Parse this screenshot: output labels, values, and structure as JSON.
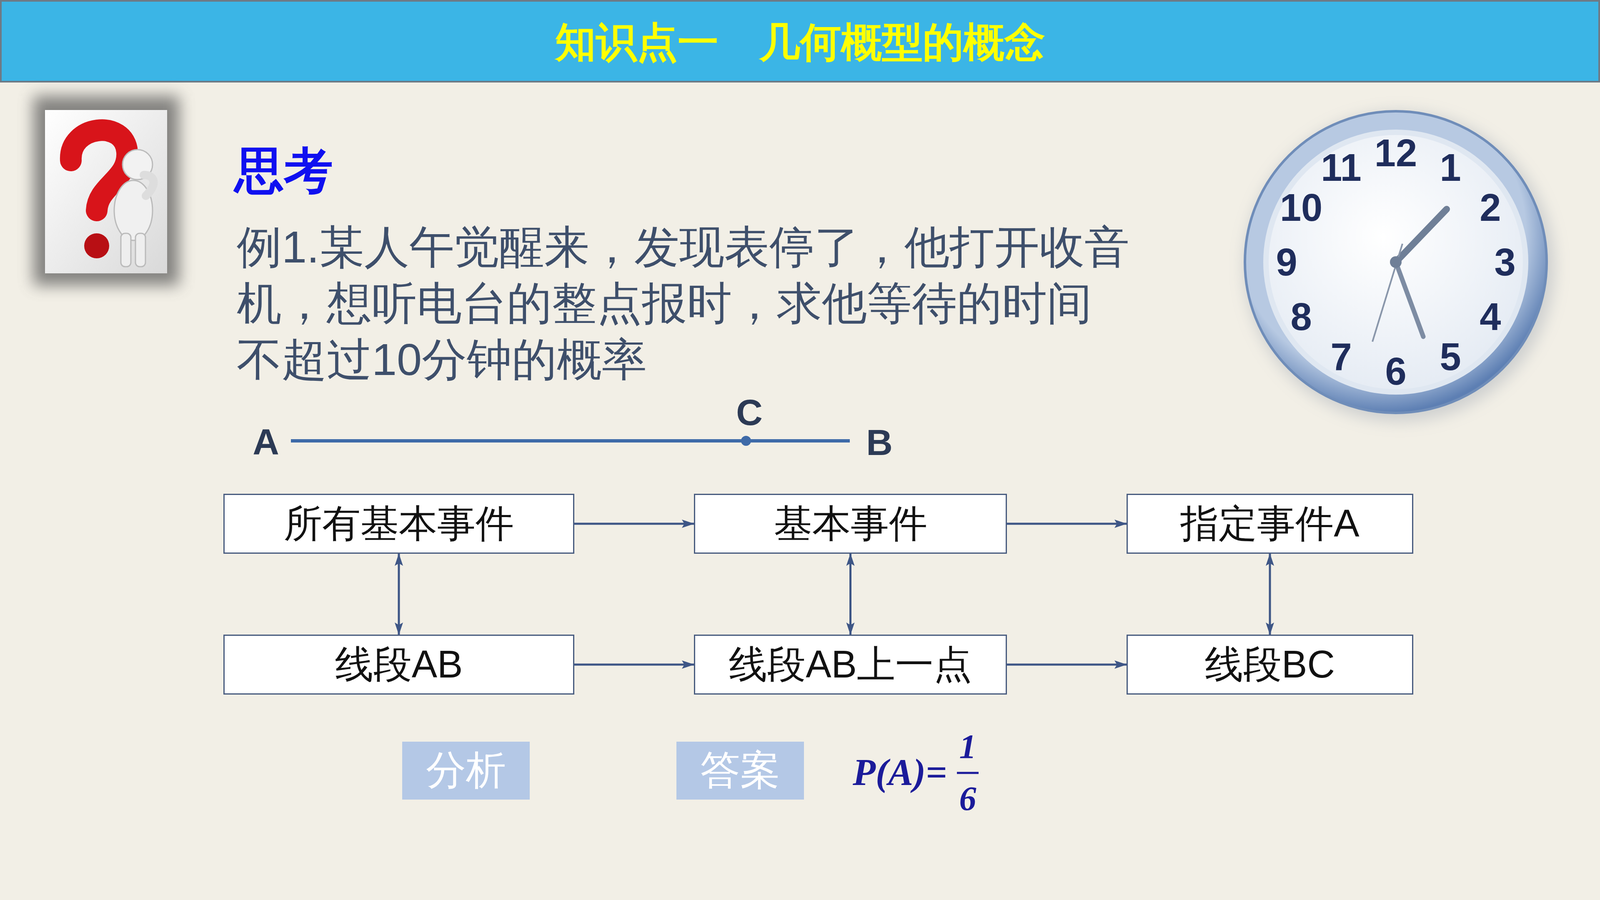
{
  "diagram": {
    "title": "知识点一　几何概型的概念",
    "nodes": [
      {
        "text": [
          "所有基本事件"
        ]
      },
      {
        "text": [
          "基本事件"
        ]
      },
      {
        "text": [
          "指定事件A"
        ]
      },
      {
        "text": [
          "线段AB"
        ]
      },
      {
        "text": [
          "线段AB上一点"
        ]
      },
      {
        "text": [
          "线段BC"
        ]
      },
      {
        "text": [
          "分析"
        ]
      },
      {
        "text": [
          "答案"
        ]
      }
    ],
    "edges": [
      {
        "from": 0,
        "to": 1,
        "arrow": "to"
      },
      {
        "from": 1,
        "to": 2,
        "arrow": "to"
      },
      {
        "from": 0,
        "to": 3,
        "arrow": "both"
      },
      {
        "from": 1,
        "to": 4,
        "arrow": "both"
      },
      {
        "from": 2,
        "to": 5,
        "arrow": "both"
      },
      {
        "from": 3,
        "to": 4,
        "arrow": "to"
      },
      {
        "from": 4,
        "to": 5,
        "arrow": "to"
      }
    ],
    "labels": [
      "思考",
      "例1.某人午觉醒来，发现表停了，他打开收音机，想听电台的整点报时，求他等待的时间不超过10分钟的概率",
      "A",
      "C",
      "B",
      "P(A)=",
      "1",
      "6",
      "12",
      "1",
      "2",
      "3",
      "4",
      "5",
      "6",
      "7",
      "8",
      "9",
      "10",
      "11"
    ]
  }
}
